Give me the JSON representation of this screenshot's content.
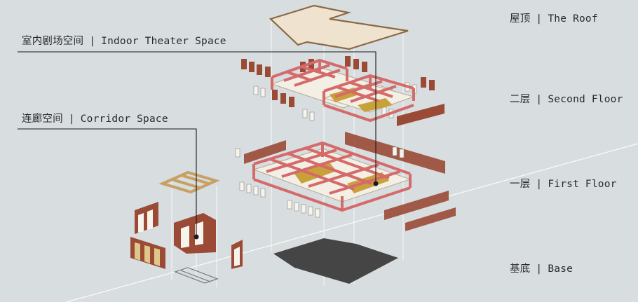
{
  "labels": {
    "indoor_theater": {
      "zh": "室内剧场空间",
      "en": "Indoor Theater Space"
    },
    "corridor": {
      "zh": "连廊空间",
      "en": "Corridor Space"
    },
    "roof": {
      "zh": "屋顶",
      "en": "The Roof"
    },
    "second_floor": {
      "zh": "二层",
      "en": "Second Floor"
    },
    "first_floor": {
      "zh": "一层",
      "en": "First Floor"
    },
    "base": {
      "zh": "基底",
      "en": "Base"
    },
    "separator": "|"
  },
  "colors": {
    "background": "#d8dde0",
    "brick": "#9a4a35",
    "timber": "#d46a6a",
    "roof_fill": "#efe2cf",
    "roof_stroke": "#8a6a45",
    "base_fill": "#454545",
    "corridor_frame": "#c8a063",
    "cream": "#f3efe4",
    "foliage": "#c9a13a",
    "line": "#1a1a1a"
  }
}
